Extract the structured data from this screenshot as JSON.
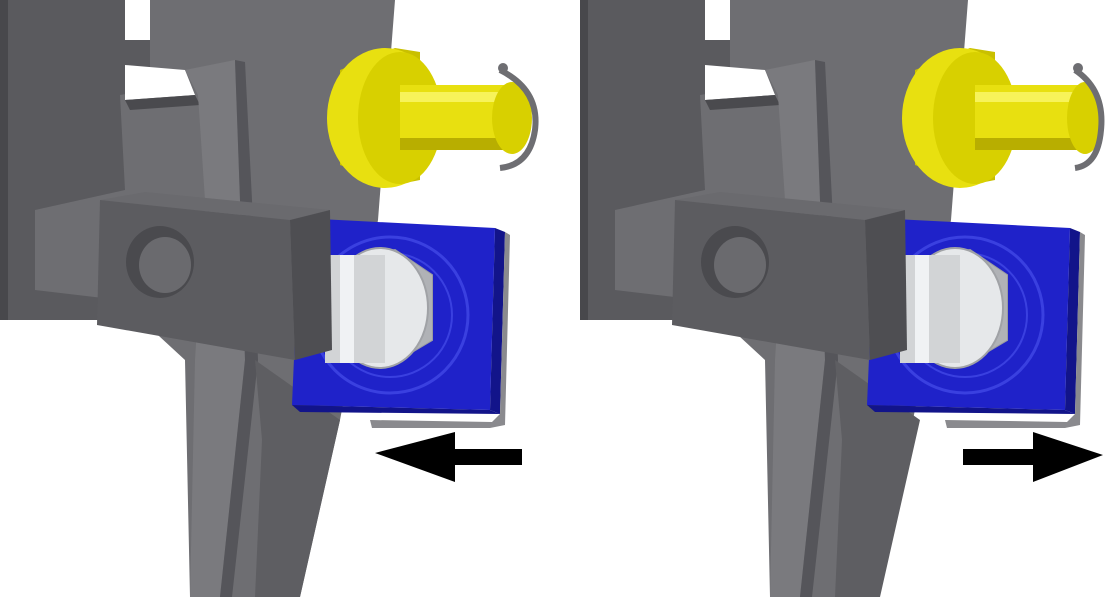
{
  "figure": {
    "panels": [
      {
        "id": "left",
        "arrow_direction": "left"
      },
      {
        "id": "right",
        "arrow_direction": "right"
      }
    ],
    "colors": {
      "frame_gray": "#6e6e72",
      "frame_dark": "#4a4a4e",
      "frame_light": "#8a8a8e",
      "block_gray": "#5c5c60",
      "block_top": "#6a6a6e",
      "nut_blue": "#1f22c9",
      "nut_blue_light": "#3a40e0",
      "nut_blue_dark": "#12148a",
      "bolt_silver": "#d2d4d6",
      "pin_yellow": "#e8e010",
      "pin_yellow_light": "#f7f35a",
      "pin_yellow_dark": "#b8ae00",
      "arrow_black": "#000000"
    },
    "icons": [
      "arrow-left-icon",
      "arrow-right-icon"
    ]
  }
}
